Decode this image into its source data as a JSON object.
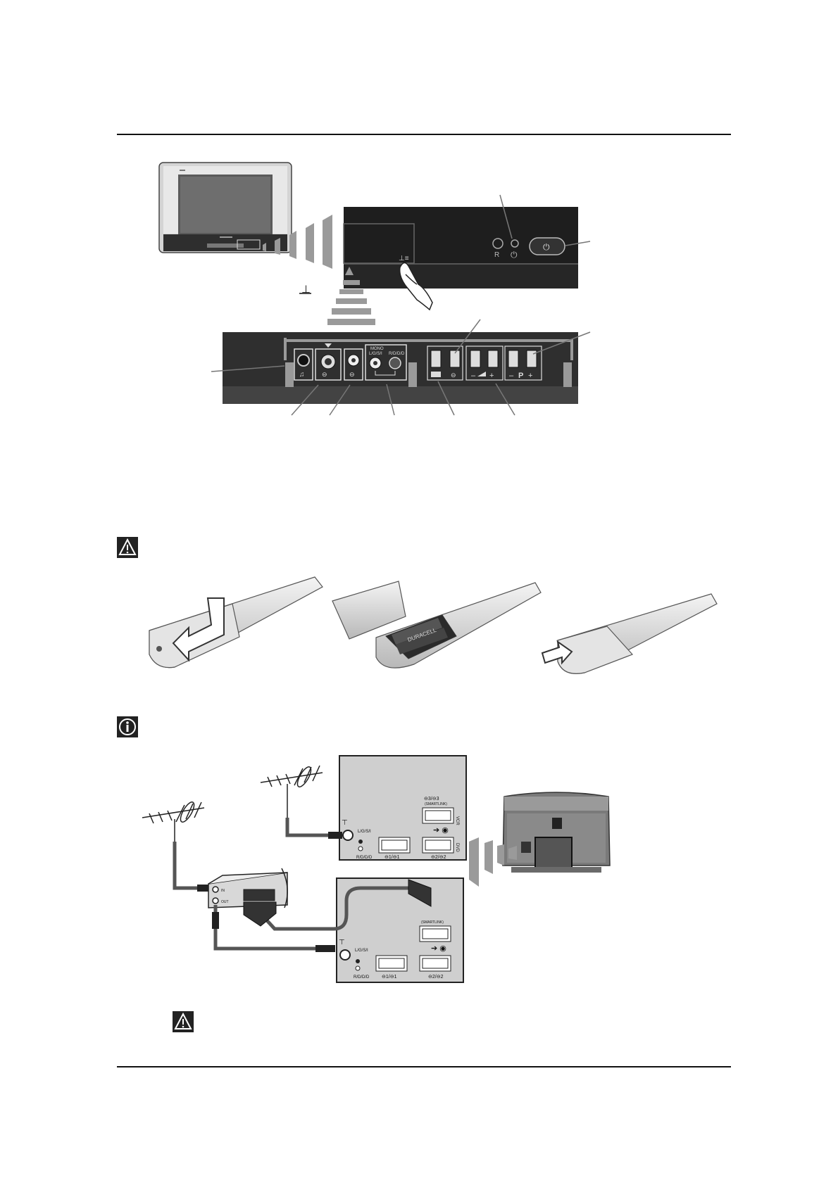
{
  "panel": {
    "monaural_label": "MONO",
    "audio_labels": [
      "L/G/S/I",
      "R/D/D/D"
    ],
    "program_label": "P",
    "minus": "–",
    "plus": "+"
  },
  "remote": {
    "battery_brand": "DURACELL"
  },
  "connection": {
    "av1_label": "⊖1/⊖1",
    "av2_label": "⊖2/⊖2",
    "av3_label": "⊖3/⊖3",
    "smartlink_label": "(SMARTLINK)",
    "lgsi_label": "L/G/S/I",
    "rddd_label": "R/D/D/D",
    "vcr_in": "IN",
    "vcr_out": "OUT",
    "vcr_tag": "VCR",
    "dvd_tag": "DVD"
  },
  "colors": {
    "panel_dark": "#3a3a3a",
    "panel_black": "#1c1c1c",
    "frame_gray": "#8a8a8a",
    "light_gray": "#c8c8c8"
  }
}
